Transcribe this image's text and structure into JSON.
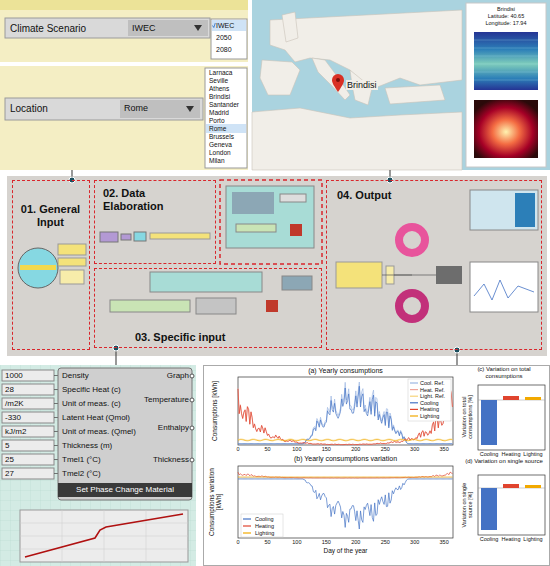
{
  "diagram": {
    "nodes": [
      {
        "text": [
          "Climate Scenario",
          "IWEC",
          "IWEC",
          "2050",
          "2080"
        ]
      },
      {
        "text": [
          "Location",
          "Rome",
          "Larnaca",
          "Seville",
          "Athens",
          "Brindisi",
          "Santander",
          "Madrid",
          "Porto",
          "Rome",
          "Brussels",
          "Geneva",
          "London",
          "Milan"
        ]
      },
      {
        "text": [
          "Brindisi",
          "Brindisi",
          "Latitude: 40.65",
          "Longitude: 17.94"
        ]
      },
      {
        "text": [
          "01. General Input"
        ]
      },
      {
        "text": [
          "02. Data Elaboration"
        ]
      },
      {
        "text": [
          "03. Specific input"
        ]
      },
      {
        "text": [
          "04. Output"
        ]
      },
      {
        "text": [
          "1000",
          "28",
          "/m2K",
          "-330",
          "kJ/m2",
          "5",
          "25",
          "27",
          "Density",
          "Specific Heat (c)",
          "Unit of meas. (c)",
          "Latent Heat (Qmol)",
          "Unit of meas. (Qmel)",
          "Thickness (m)",
          "Tmel1 (°C)",
          "Tmel2 (°C)",
          "Graph",
          "Temperature",
          "Enthalpy",
          "Thickness",
          "Set Phase Change Material"
        ]
      },
      {
        "text": [
          "(a) Yearly consumptions",
          "Consumptions [kWh]",
          "Cool. Ref.",
          "Heat. Ref.",
          "Light. Ref.",
          "Cooling",
          "Heating",
          "Lighting",
          "0",
          "50",
          "100",
          "150",
          "200",
          "250",
          "300",
          "350",
          "(b) Yearly consumptions variation",
          "Consumptions variation [kWh]",
          "Cooling",
          "Heating",
          "Lighting",
          "0",
          "50",
          "100",
          "150",
          "200",
          "250",
          "300",
          "350",
          "Day of the year",
          "(c) Variation on total consumptions",
          "Variation on total consumptions [%]",
          "Cooling",
          "Heating",
          "Lighting",
          "(d) Variation on single source",
          "Variation on single source [%]",
          "Cooling",
          "Heating",
          "Lighting"
        ]
      }
    ],
    "edges": [
      {
        "from": 1,
        "to": 3,
        "arrow": "none"
      },
      {
        "from": 2,
        "to": 6,
        "arrow": "none"
      },
      {
        "from": 5,
        "to": 7,
        "arrow": "none"
      },
      {
        "from": 6,
        "to": 8,
        "arrow": "none"
      }
    ]
  }
}
